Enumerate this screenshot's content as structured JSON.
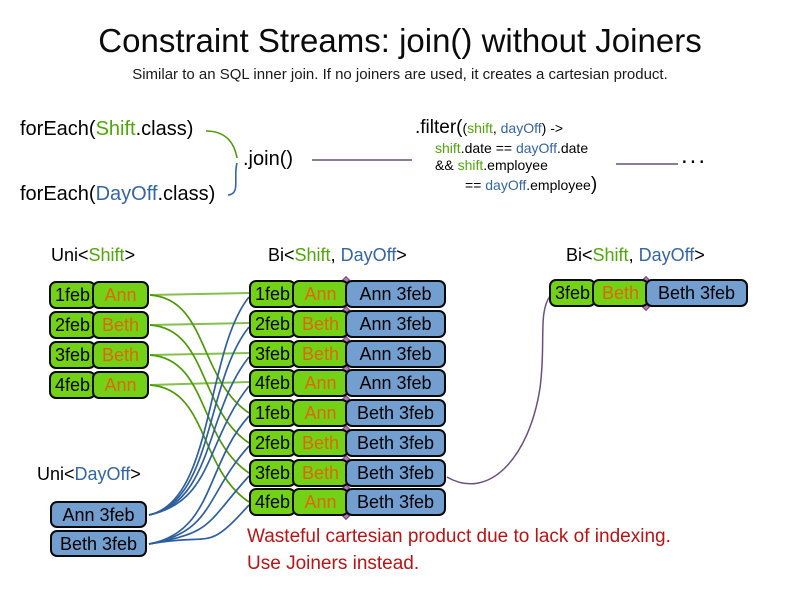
{
  "title": "Constraint Streams: join() without Joiners",
  "subtitle": "Similar to an SQL inner join. If no joiners are used, it creates a cartesian product.",
  "code": {
    "foreach_shift": {
      "fn": "forEach(",
      "arg": "Shift",
      "end": ".class)"
    },
    "foreach_dayoff": {
      "fn": "forEach(",
      "arg": "DayOff",
      "end": ".class)"
    },
    "join": ".join()",
    "filter": {
      "head": ".filter(",
      "p_open": "(",
      "arg1": "shift",
      "comma": ", ",
      "arg2": "dayOff",
      "arrow": ") ->",
      "l2a": "shift",
      "l2b": ".date == ",
      "l2c": "dayOff",
      "l2d": ".date",
      "l3a": "&& ",
      "l3b": "shift",
      "l3c": ".employee",
      "l4a": "== ",
      "l4b": "dayOff",
      "l4c": ".employee",
      "l4d": ")"
    },
    "ellipsis": "..."
  },
  "labels": {
    "uni_shift": {
      "pre": "Uni<",
      "type": "Shift",
      "post": ">"
    },
    "bi_mid": {
      "pre": "Bi<",
      "t1": "Shift",
      "sep": ", ",
      "t2": "DayOff",
      "post": ">"
    },
    "bi_right": {
      "pre": "Bi<",
      "t1": "Shift",
      "sep": ", ",
      "t2": "DayOff",
      "post": ">"
    },
    "uni_dayoff": {
      "pre": "Uni<",
      "type": "DayOff",
      "post": ">"
    }
  },
  "shifts": [
    {
      "date": "1feb",
      "employee": "Ann"
    },
    {
      "date": "2feb",
      "employee": "Beth"
    },
    {
      "date": "3feb",
      "employee": "Beth"
    },
    {
      "date": "4feb",
      "employee": "Ann"
    }
  ],
  "dayoffs": [
    {
      "label": "Ann 3feb"
    },
    {
      "label": "Beth 3feb"
    }
  ],
  "pairs": [
    {
      "date": "1feb",
      "employee": "Ann",
      "dayoff": "Ann 3feb"
    },
    {
      "date": "2feb",
      "employee": "Beth",
      "dayoff": "Ann 3feb"
    },
    {
      "date": "3feb",
      "employee": "Beth",
      "dayoff": "Ann 3feb"
    },
    {
      "date": "4feb",
      "employee": "Ann",
      "dayoff": "Ann 3feb"
    },
    {
      "date": "1feb",
      "employee": "Ann",
      "dayoff": "Beth 3feb"
    },
    {
      "date": "2feb",
      "employee": "Beth",
      "dayoff": "Beth 3feb"
    },
    {
      "date": "3feb",
      "employee": "Beth",
      "dayoff": "Beth 3feb"
    },
    {
      "date": "4feb",
      "employee": "Ann",
      "dayoff": "Beth 3feb"
    }
  ],
  "result": {
    "date": "3feb",
    "employee": "Beth",
    "dayoff": "Beth 3feb"
  },
  "note": {
    "line1": "Wasteful cartesian product due to lack of indexing.",
    "line2": "Use Joiners instead."
  },
  "colors": {
    "shift_green_fill": "#73d216",
    "dayoff_blue_fill": "#729fcf",
    "employee_orange": "#e3650b",
    "type_green_text": "#4fa80b",
    "type_blue_text": "#3465a4",
    "note_red": "#b91414",
    "line_green": "#4e9a06",
    "line_green_light": "#85bf4f",
    "line_blue": "#2f5f9e",
    "line_purple": "#6b4f7d"
  }
}
